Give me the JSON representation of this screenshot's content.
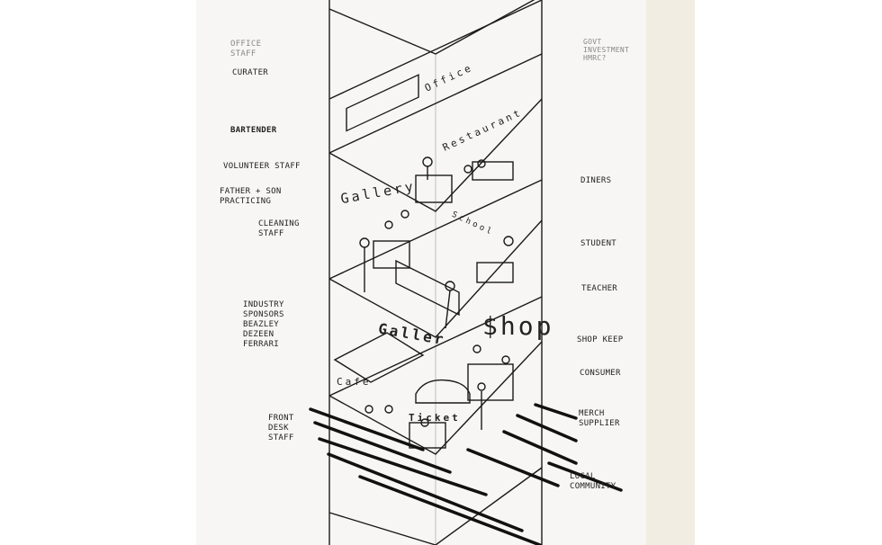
{
  "left_labels": [
    {
      "text": "Office\nStaff",
      "faint": true
    },
    {
      "text": "Curater"
    },
    {
      "text": "Bartender"
    },
    {
      "text": "Volunteer Staff"
    },
    {
      "text": "Father + Son\nPracticing"
    },
    {
      "text": "Cleaning\nStaff"
    },
    {
      "text": "Industry\nSponsors\nBeazley\nDezeen\nFerrari"
    },
    {
      "text": "Front\nDesk\nStaff"
    }
  ],
  "right_labels": [
    {
      "text": "Govt\nInvestment\nHMRC?",
      "faint": true
    },
    {
      "text": "Diners"
    },
    {
      "text": "Student"
    },
    {
      "text": "Teacher"
    },
    {
      "text": "Shop Keep"
    },
    {
      "text": "Consumer"
    },
    {
      "text": "Merch\nSupplier"
    },
    {
      "text": "Local\nCommunity"
    }
  ],
  "floor_labels": {
    "office": "Office",
    "restaurant": "Restaurant",
    "gallery_upper": "Gallery",
    "school": "School",
    "gallery_lower": "Galler",
    "shop": "$hop",
    "cafe": "Cafe",
    "ticket": "Ticket"
  },
  "colors": {
    "ink": "#1a1a1a",
    "paper": "#f7f6f4"
  }
}
